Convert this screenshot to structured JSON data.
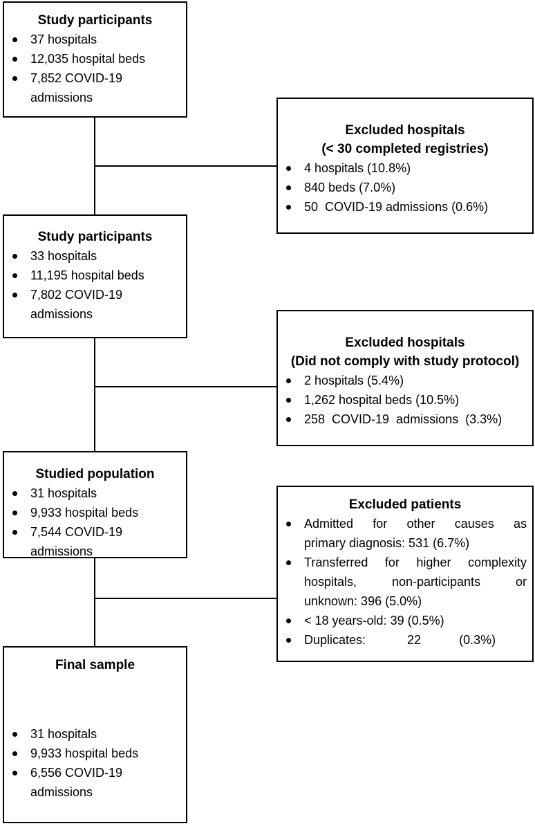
{
  "boxes": {
    "participants_1": {
      "title": "Study participants",
      "items": [
        "37 hospitals",
        "12,035 hospital beds",
        "7,852 COVID-19",
        "admissions"
      ]
    },
    "excluded_1": {
      "title": "Excluded hospitals",
      "subtitle": "(< 30 completed registries)",
      "items": [
        "4 hospitals (10.8%)",
        "840 beds (7.0%)",
        "50  COVID-19 admissions (0.6%)"
      ]
    },
    "participants_2": {
      "title": "Study participants",
      "items": [
        "33 hospitals",
        "11,195 hospital beds",
        "7,802 COVID-19",
        "admissions"
      ]
    },
    "excluded_2": {
      "title": "Excluded hospitals",
      "subtitle": "(Did not comply with study protocol)",
      "items": [
        "2 hospitals (5.4%)",
        "1,262 hospital beds (10.5%)",
        "258  COVID-19  admissions  (3.3%)"
      ]
    },
    "studied": {
      "title": "Studied population",
      "items": [
        "31 hospitals",
        "9,933 hospital beds",
        "7,544 COVID-19",
        "admissions"
      ]
    },
    "excluded_3": {
      "title": "Excluded patients",
      "items": [
        {
          "l1": "Admitted  for  other  causes  as",
          "l2": "primary diagnosis: 531 (6.7%)"
        },
        {
          "l1": "Transferred for higher complexity",
          "l2": "hospitals,   non-participants   or",
          "l3": "unknown: 396 (5.0%)"
        },
        {
          "l1": "< 18 years-old: 39 (0.5%)"
        },
        {
          "l1": "Duplicates:            22           (0.3%)"
        }
      ]
    },
    "final": {
      "title": "Final sample",
      "items": [
        "31 hospitals",
        "9,933 hospital beds",
        "6,556 COVID-19",
        "admissions"
      ]
    }
  }
}
